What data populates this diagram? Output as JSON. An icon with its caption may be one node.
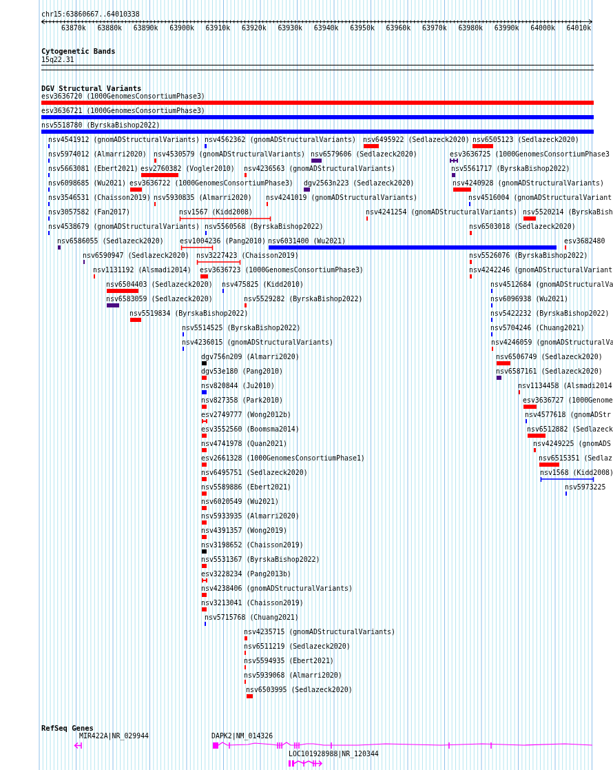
{
  "diagram": {
    "labels": [
      "chr15:63860667..64010338",
      "63870k",
      "63880k",
      "63890k",
      "63900k",
      "63910k",
      "63920k",
      "63930k",
      "63940k",
      "63950k",
      "63960k",
      "63970k",
      "63980k",
      "63990k",
      "64000k",
      "64010k",
      "Cytogenetic Bands",
      "15q22.31",
      "DGV Structural Variants",
      "esv3636720 (1000GenomesConsortiumPhase3)",
      "esv3636721 (1000GenomesConsortiumPhase3)",
      "nsv5518780 (ByrskaBishop2022)",
      "nsv4541912 (gnomADStructuralVariants)",
      "nsv4562362 (gnomADStructuralVariants)",
      "nsv6495922 (Sedlazeck2020)",
      "nsv6505123 (Sedlazeck2020)",
      "nsv5974012 (Almarri2020)",
      "nsv4530579 (gnomADStructuralVariants)",
      "nsv6579606 (Sedlazeck2020)",
      "esv3636725 (1000GenomesConsortiumPhase3",
      "nsv5663081 (Ebert2021)",
      "esv2760382 (Vogler2010)",
      "nsv4236563 (gnomADStructuralVariants)",
      "nsv5561717 (ByrskaBishop2022)",
      "nsv6098685 (Wu2021)",
      "esv3636722 (1000GenomesConsortiumPhase3)",
      "dgv2563n223 (Sedlazeck2020)",
      "nsv4240928 (gnomADStructuralVariants)",
      "nsv3546531 (Chaisson2019)",
      "nsv5930835 (Almarri2020)",
      "nsv4241019 (gnomADStructuralVariants)",
      "nsv4516004 (gnomADStructuralVariant",
      "nsv3057582 (Fan2017)",
      "nsv1567 (Kidd2008)",
      "nsv4241254 (gnomADStructuralVariants)",
      "nsv5520214 (ByrskaBish",
      "nsv4538679 (gnomADStructuralVariants)",
      "nsv5560568 (ByrskaBishop2022)",
      "nsv6503018 (Sedlazeck2020)",
      "nsv6586055 (Sedlazeck2020)",
      "esv1004236 (Pang2010)",
      "nsv6031400 (Wu2021)",
      "esv3682480",
      "nsv6590947 (Sedlazeck2020)",
      "nsv3227423 (Chaisson2019)",
      "nsv5526076 (ByrskaBishop2022)",
      "nsv1131192 (Alsmadi2014)",
      "esv3636723 (1000GenomesConsortiumPhase3)",
      "nsv4242246 (gnomADStructuralVariant",
      "nsv6504403 (Sedlazeck2020)",
      "nsv475825 (Kidd2010)",
      "nsv4512684 (gnomADStructuralVa",
      "nsv6583059 (Sedlazeck2020)",
      "nsv5529282 (ByrskaBishop2022)",
      "nsv6096938 (Wu2021)",
      "nsv5519834 (ByrskaBishop2022)",
      "nsv5422232 (ByrskaBishop2022)",
      "nsv5514525 (ByrskaBishop2022)",
      "nsv5704246 (Chuang2021)",
      "nsv4236015 (gnomADStructuralVariants)",
      "nsv4246059 (gnomADStructuralVa",
      "dgv756n209 (Almarri2020)",
      "nsv6506749 (Sedlazeck2020)",
      "dgv53e180 (Pang2010)",
      "nsv6587161 (Sedlazeck2020)",
      "nsv820844 (Ju2010)",
      "nsv1134458 (Alsmadi2014",
      "nsv827358 (Park2010)",
      "esv3636727 (1000Genome",
      "esv2749777 (Wong2012b)",
      "nsv4577618 (gnomADStr",
      "esv3552560 (Boomsma2014)",
      "nsv6512882 (Sedlazeck",
      "nsv4741978 (Quan2021)",
      "nsv4249225 (gnomADS",
      "esv2661328 (1000GenomesConsortiumPhase1)",
      "nsv6515351 (Sedlaz",
      "nsv6495751 (Sedlazeck2020)",
      "nsv1568 (Kidd2008)",
      "nsv5589886 (Ebert2021)",
      "nsv5973225",
      "nsv6020549 (Wu2021)",
      "nsv5933935 (Almarri2020)",
      "nsv4391357 (Wong2019)",
      "nsv3198652 (Chaisson2019)",
      "nsv5531367 (ByrskaBishop2022)",
      "esv3228234 (Pang2013b)",
      "nsv4238406 (gnomADStructuralVariants)",
      "nsv3213041 (Chaisson2019)",
      "nsv5715768 (Chuang2021)",
      "nsv4235715 (gnomADStructuralVariants)",
      "nsv6511219 (Sedlazeck2020)",
      "nsv5594935 (Ebert2021)",
      "nsv5939068 (Almarri2020)",
      "nsv6503995 (Sedlazeck2020)",
      "RefSeq Genes",
      "MIR422A|NR_029944",
      "DAPK2|NM_014326",
      "LOC101928988|NR_120344"
    ]
  }
}
